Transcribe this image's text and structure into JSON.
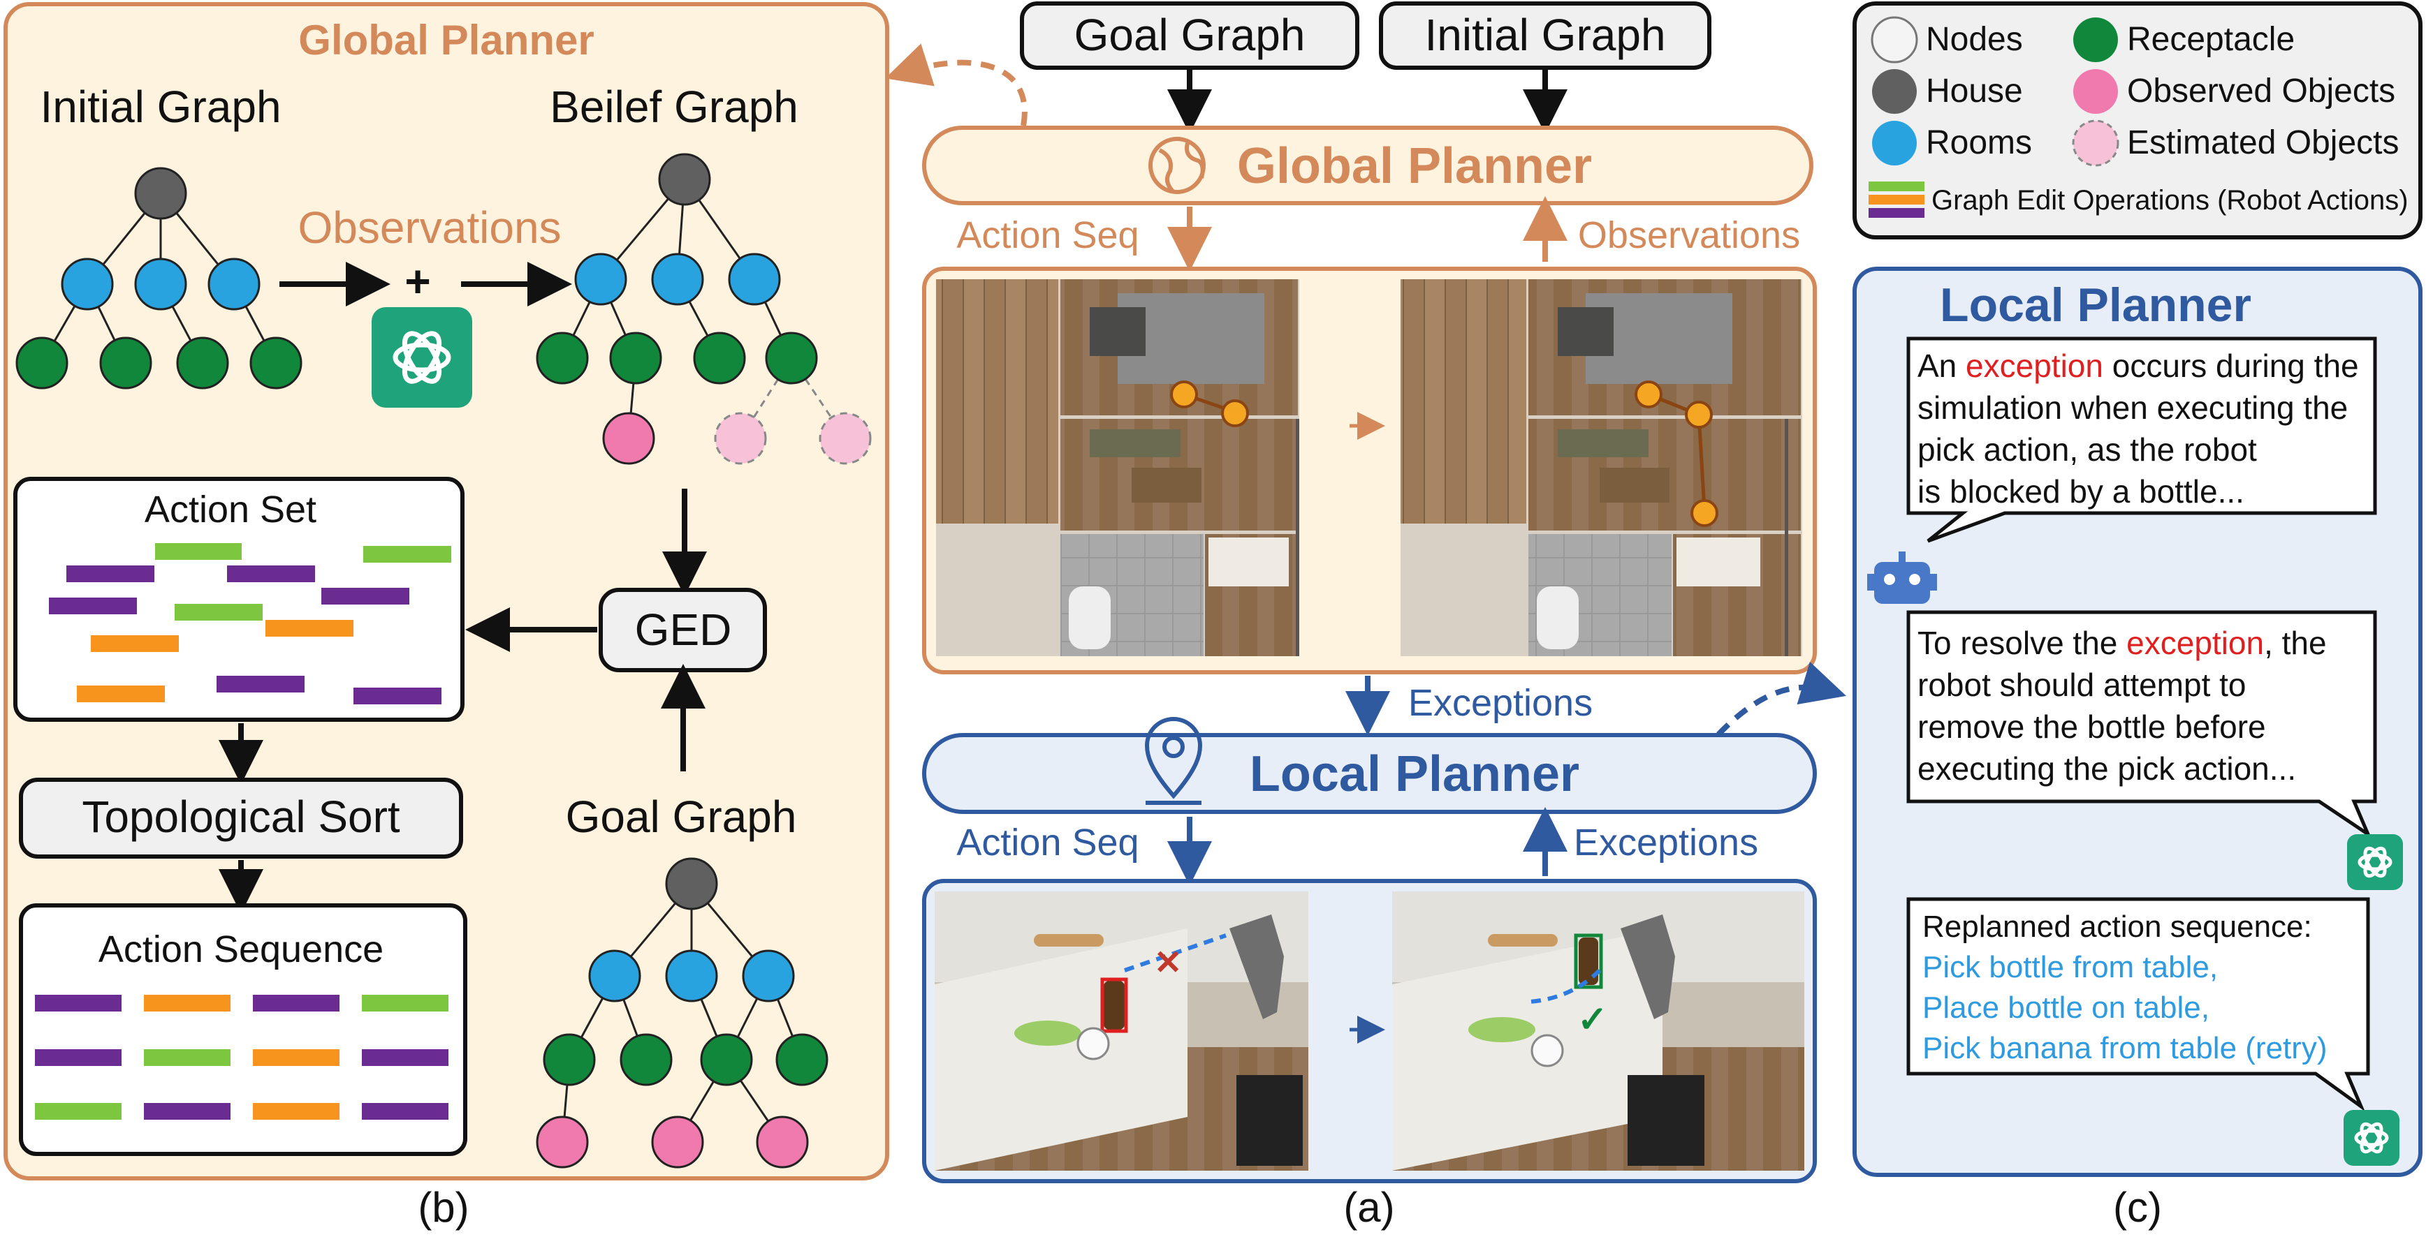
{
  "panel_b": {
    "title": "Global Planner",
    "initial_graph": "Initial Graph",
    "belief_graph": "Beilef Graph",
    "observations": "Observations",
    "plus": "+",
    "action_set": "Action Set",
    "ged": "GED",
    "topological_sort": "Topological Sort",
    "goal_graph": "Goal Graph",
    "action_sequence": "Action Sequence",
    "caption": "(b)"
  },
  "panel_a": {
    "goal_graph": "Goal Graph",
    "initial_graph": "Initial Graph",
    "global_planner": "Global Planner",
    "action_seq_top": "Action Seq",
    "observations": "Observations",
    "exceptions_mid": "Exceptions",
    "local_planner": "Local Planner",
    "action_seq_bottom": "Action Seq",
    "exceptions_bottom": "Exceptions",
    "caption": "(a)"
  },
  "legend": {
    "nodes": "Nodes",
    "house": "House",
    "rooms": "Rooms",
    "receptacle": "Receptacle",
    "observed_objects": "Observed Objects",
    "estimated_objects": "Estimated Objects",
    "graph_edit_ops": "Graph Edit Operations (Robot Actions)"
  },
  "panel_c": {
    "title": "Local Planner",
    "bubble1": {
      "line1_pre": "An ",
      "line1_hl": "exception",
      "line1_post": " occurs during the",
      "line2": "simulation when executing the",
      "line3": "pick action, as the robot",
      "line4": "is blocked by a bottle..."
    },
    "bubble2": {
      "line1_pre": "To resolve the ",
      "line1_hl": "exception",
      "line1_post": ", the",
      "line2": "robot should attempt to",
      "line3": "remove the bottle before",
      "line4": "executing the pick action..."
    },
    "bubble3": {
      "header": "Replanned action sequence:",
      "line1": "Pick bottle from table,",
      "line2": "Place bottle on table,",
      "line3": "Pick banana from table (retry)"
    },
    "caption": "(c)"
  },
  "colors": {
    "orange": "#D4895A",
    "orange_bg": "#FDF3DF",
    "blue": "#2F5AA0",
    "blue_bg": "#E8EEF8",
    "node_house": "#606060",
    "node_room": "#29A3E0",
    "node_receptacle": "#10873A",
    "node_observed": "#F07AAE",
    "node_estimated": "#F7C2D8",
    "action_purple": "#6A2C91",
    "action_green": "#7DC63F",
    "action_orange": "#F7941E",
    "exception_red": "#E02020",
    "replan_blue": "#2E9BE0",
    "gpt_green": "#1FA37A"
  }
}
